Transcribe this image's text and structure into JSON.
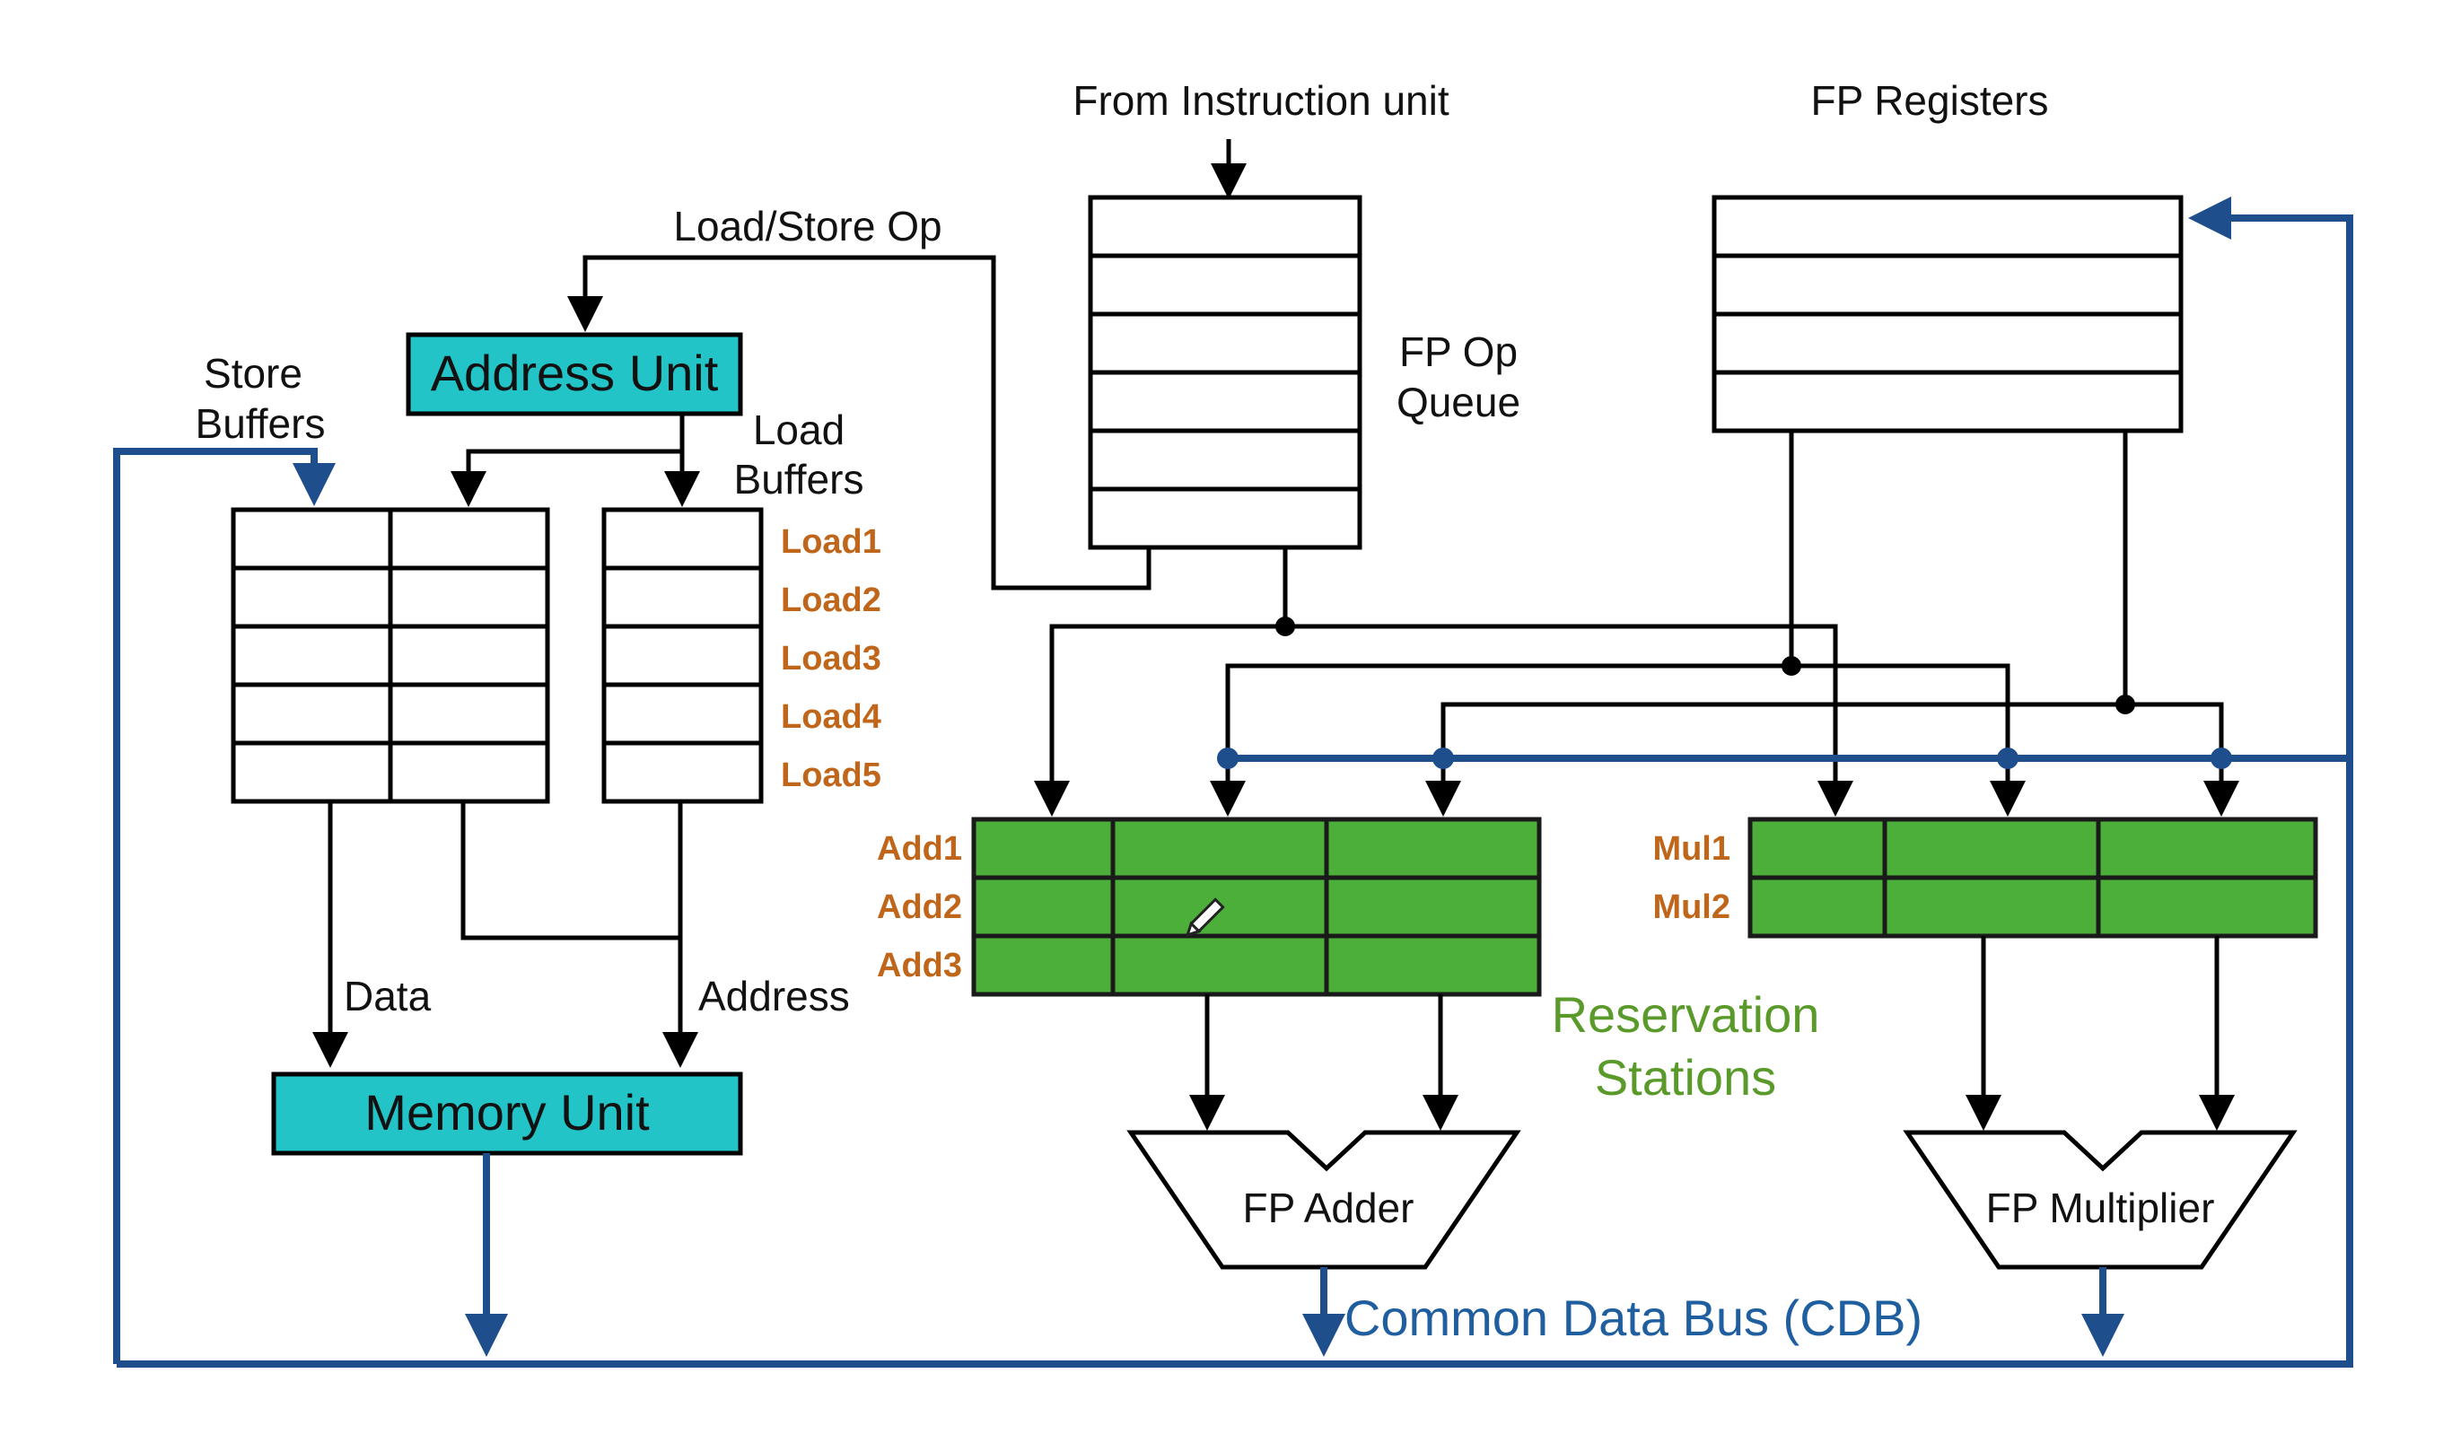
{
  "labels": {
    "from_instruction_unit": "From Instruction unit",
    "fp_registers": "FP Registers",
    "load_store_op": "Load/Store Op",
    "fp_op_queue_line1": "FP Op",
    "fp_op_queue_line2": "Queue",
    "address_unit": "Address Unit",
    "store_buffers_line1": "Store",
    "store_buffers_line2": "Buffers",
    "load_buffers_line1": "Load",
    "load_buffers_line2": "Buffers",
    "data": "Data",
    "address": "Address",
    "memory_unit": "Memory Unit",
    "reservation_stations_line1": "Reservation",
    "reservation_stations_line2": "Stations",
    "fp_adder": "FP Adder",
    "fp_multiplier": "FP Multiplier",
    "common_data_bus": "Common Data Bus (CDB)"
  },
  "load_buffer_entries": [
    "Load1",
    "Load2",
    "Load3",
    "Load4",
    "Load5"
  ],
  "adder_station_entries": [
    "Add1",
    "Add2",
    "Add3"
  ],
  "multiplier_station_entries": [
    "Mul1",
    "Mul2"
  ],
  "colors": {
    "unit_fill": "#22c4c8",
    "station_fill": "#4caf3a",
    "bus": "#1f4e8c",
    "entry_label": "#c0661a",
    "station_label": "#5a9a2a",
    "cdb_label": "#1f5fa0"
  }
}
